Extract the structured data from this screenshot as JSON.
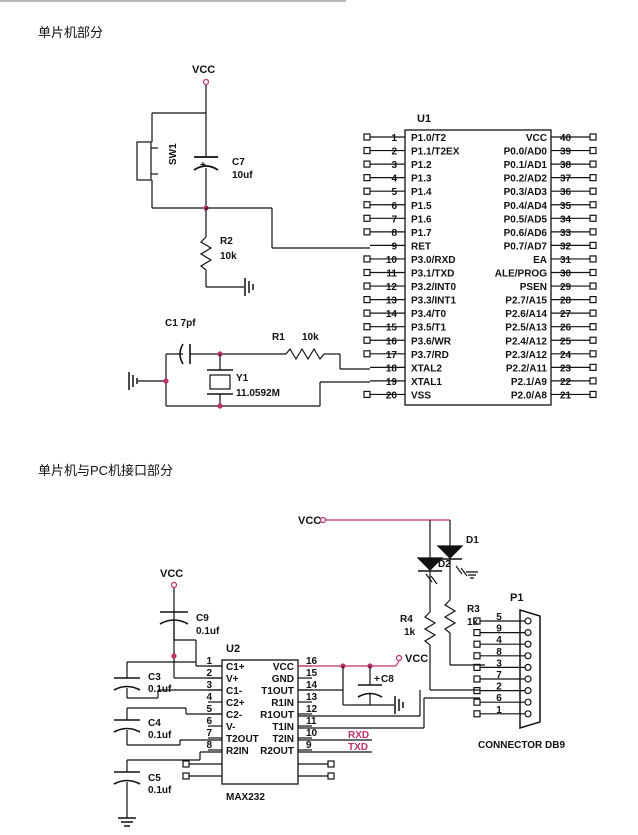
{
  "sections": {
    "mcu_title": "单片机部分",
    "pc_title": "单片机与PC机接口部分"
  },
  "mcu": {
    "part": "U1",
    "vcc": "VCC",
    "switch": "SW1",
    "c7_name": "C7",
    "c7_value": "10uf",
    "c7_plus": "+",
    "r2_name": "R2",
    "r2_value": "10k",
    "c1_label": "C1 7pf",
    "r1_name": "R1",
    "r1_value": "10k",
    "y1_name": "Y1",
    "y1_value": "11.0592M",
    "left_pins": [
      {
        "num": "1",
        "name": "P1.0/T2"
      },
      {
        "num": "2",
        "name": "P1.1/T2EX"
      },
      {
        "num": "3",
        "name": "P1.2"
      },
      {
        "num": "4",
        "name": "P1.3"
      },
      {
        "num": "5",
        "name": "P1.4"
      },
      {
        "num": "6",
        "name": "P1.5"
      },
      {
        "num": "7",
        "name": "P1.6"
      },
      {
        "num": "8",
        "name": "P1.7"
      },
      {
        "num": "9",
        "name": "RET"
      },
      {
        "num": "10",
        "name": "P3.0/RXD"
      },
      {
        "num": "11",
        "name": "P3.1/TXD"
      },
      {
        "num": "12",
        "name": "P3.2/INT0"
      },
      {
        "num": "13",
        "name": "P3.3/INT1"
      },
      {
        "num": "14",
        "name": "P3.4/T0"
      },
      {
        "num": "15",
        "name": "P3.5/T1"
      },
      {
        "num": "16",
        "name": "P3.6/WR"
      },
      {
        "num": "17",
        "name": "P3.7/RD"
      },
      {
        "num": "18",
        "name": "XTAL2"
      },
      {
        "num": "19",
        "name": "XTAL1"
      },
      {
        "num": "20",
        "name": "VSS"
      }
    ],
    "right_pins": [
      {
        "num": "40",
        "name": "VCC"
      },
      {
        "num": "39",
        "name": "P0.0/AD0"
      },
      {
        "num": "38",
        "name": "P0.1/AD1"
      },
      {
        "num": "37",
        "name": "P0.2/AD2"
      },
      {
        "num": "36",
        "name": "P0.3/AD3"
      },
      {
        "num": "35",
        "name": "P0.4/AD4"
      },
      {
        "num": "34",
        "name": "P0.5/AD5"
      },
      {
        "num": "33",
        "name": "P0.6/AD6"
      },
      {
        "num": "32",
        "name": "P0.7/AD7"
      },
      {
        "num": "31",
        "name": "EA"
      },
      {
        "num": "30",
        "name": "ALE/PROG"
      },
      {
        "num": "29",
        "name": "PSEN"
      },
      {
        "num": "28",
        "name": "P2.7/A15"
      },
      {
        "num": "27",
        "name": "P2.6/A14"
      },
      {
        "num": "26",
        "name": "P2.5/A13"
      },
      {
        "num": "25",
        "name": "P2.4/A12"
      },
      {
        "num": "24",
        "name": "P2.3/A12"
      },
      {
        "num": "23",
        "name": "P2.2/A11"
      },
      {
        "num": "22",
        "name": "P2.1/A9"
      },
      {
        "num": "21",
        "name": "P2.0/A8"
      }
    ]
  },
  "rs232": {
    "part": "U2",
    "part_name": "MAX232",
    "vcc1": "VCC",
    "vcc2": "VCC",
    "vcc3": "VCC",
    "c9_name": "C9",
    "c9_value": "0.1uf",
    "c3_name": "C3",
    "c3_value": "0.1uf",
    "c4_name": "C4",
    "c4_value": "0.1uf",
    "c5_name": "C5",
    "c5_value": "0.1uf",
    "c8_name": "C8",
    "c8_plus": "+",
    "d1": "D1",
    "d2": "D2",
    "r3_name": "R3",
    "r3_value": "1k",
    "r4_name": "R4",
    "r4_value": "1k",
    "rxd": "RXD",
    "txd": "TXD",
    "p1": "P1",
    "connector": "CONNECTOR DB9",
    "left_pins": [
      {
        "num": "1",
        "name": "C1+"
      },
      {
        "num": "2",
        "name": "V+"
      },
      {
        "num": "3",
        "name": "C1-"
      },
      {
        "num": "4",
        "name": "C2+"
      },
      {
        "num": "5",
        "name": "C2-"
      },
      {
        "num": "6",
        "name": "V-"
      },
      {
        "num": "7",
        "name": "T2OUT"
      },
      {
        "num": "8",
        "name": "R2IN"
      }
    ],
    "right_pins": [
      {
        "num": "16",
        "name": "VCC"
      },
      {
        "num": "15",
        "name": "GND"
      },
      {
        "num": "14",
        "name": "T1OUT"
      },
      {
        "num": "13",
        "name": "R1IN"
      },
      {
        "num": "12",
        "name": "R1OUT"
      },
      {
        "num": "11",
        "name": "T1IN"
      },
      {
        "num": "10",
        "name": "T2IN"
      },
      {
        "num": "9",
        "name": "R2OUT"
      }
    ],
    "db9_pins": [
      "5",
      "9",
      "4",
      "8",
      "3",
      "7",
      "2",
      "6",
      "1"
    ]
  }
}
